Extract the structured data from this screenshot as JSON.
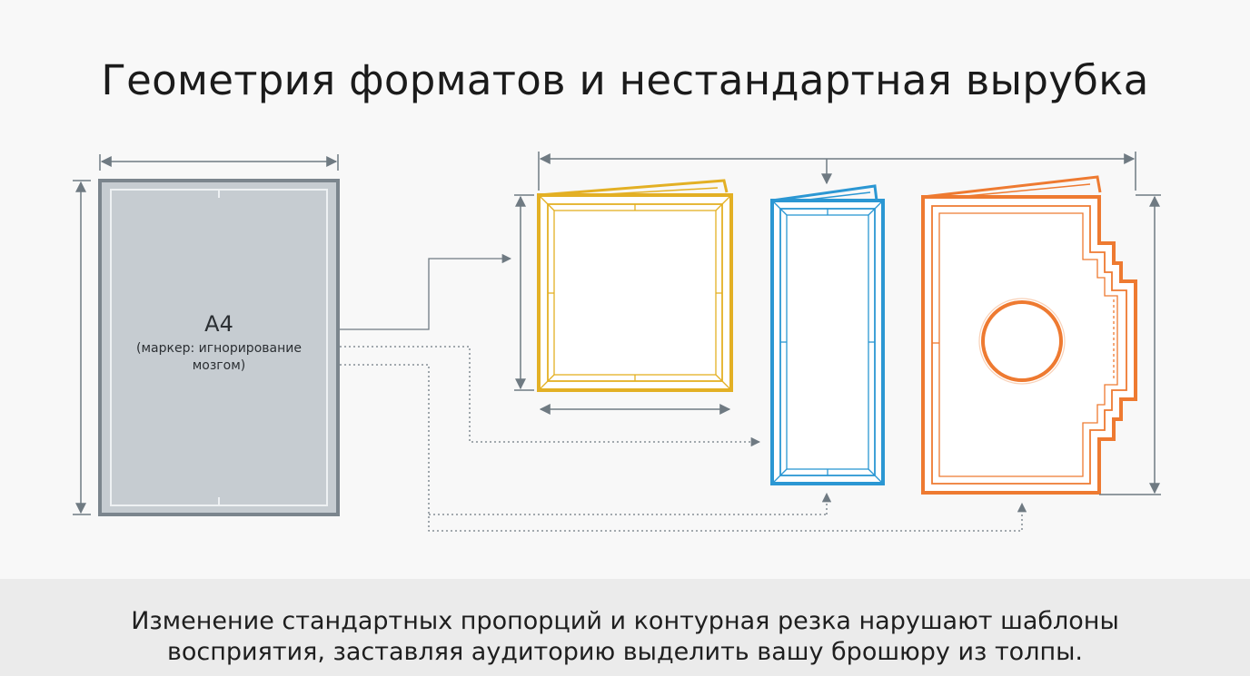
{
  "title": "Геометрия форматов и нестандартная вырубка",
  "a4": {
    "label": "A4",
    "note": "(маркер: игнорирование мозгом)"
  },
  "caption": {
    "line1": "Изменение стандартных пропорций и контурная резка нарушают шаблоны",
    "line2": "восприятия, заставляя аудиторию выделить вашу брошюру из толпы."
  },
  "colors": {
    "a4_fill": "#c6ccd1",
    "a4_stroke": "#7b858d",
    "square": "#e3b024",
    "euro": "#2b97d3",
    "diecut": "#ee7a31",
    "dimension": "#6f7a82"
  }
}
